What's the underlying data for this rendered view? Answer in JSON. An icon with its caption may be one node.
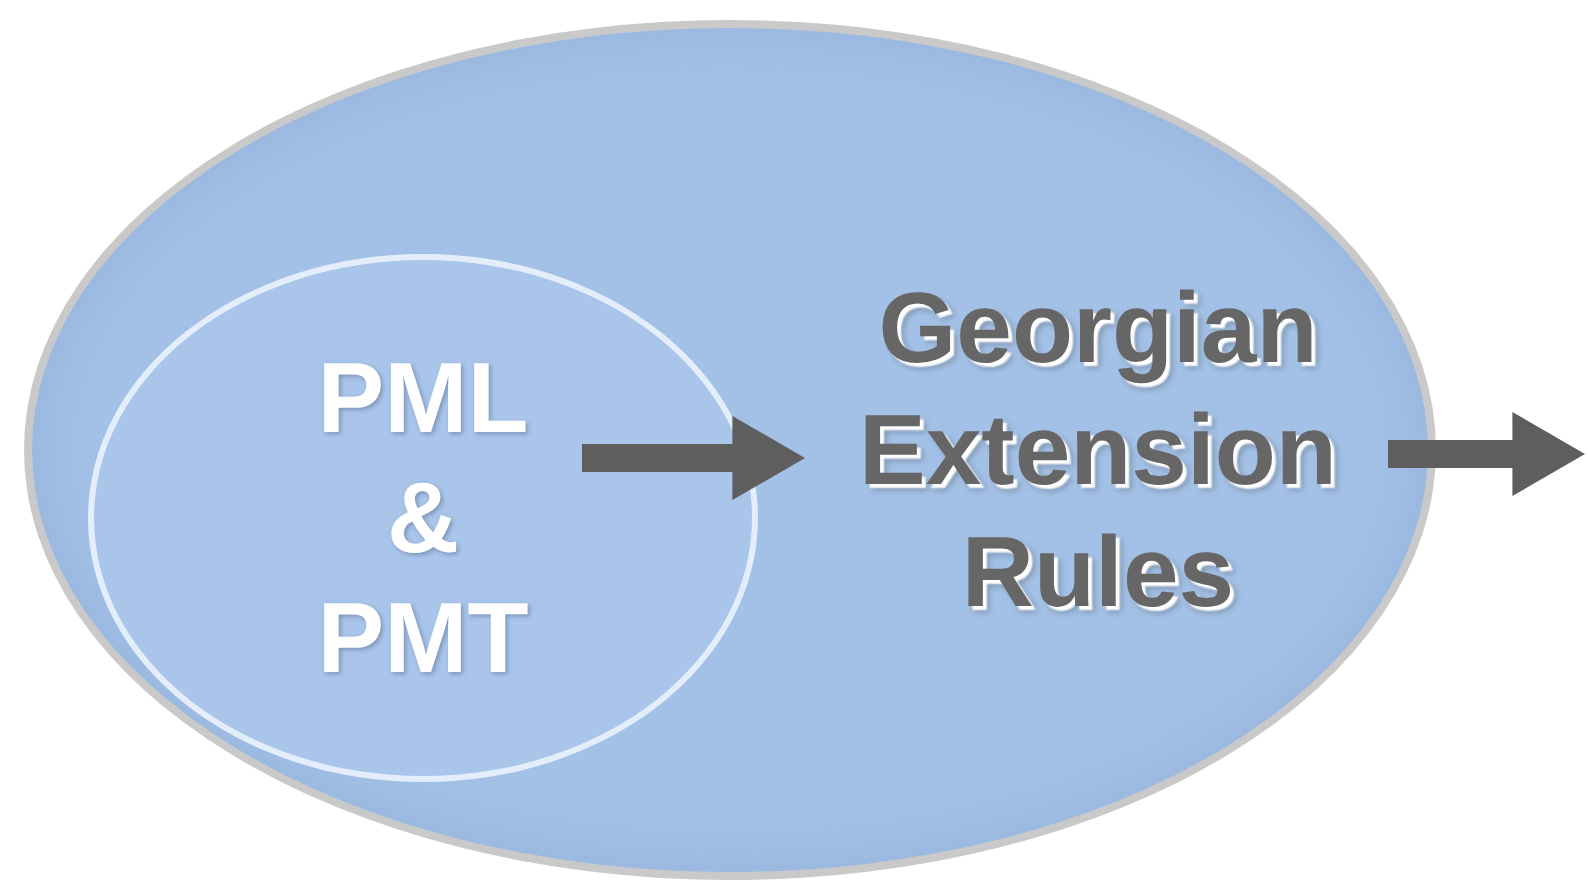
{
  "diagram": {
    "nodes": [
      {
        "text": [],
        "shape": "ellipse"
      },
      {
        "text": [
          "PML & PMT"
        ],
        "in": 0
      },
      {
        "text": [
          "Georgian Extension Rules"
        ],
        "in": 0
      }
    ],
    "edges": [
      {
        "from": 1,
        "to": 2,
        "arrow": "to"
      },
      {
        "from": 2,
        "to": null,
        "arrow": "to"
      }
    ]
  }
}
